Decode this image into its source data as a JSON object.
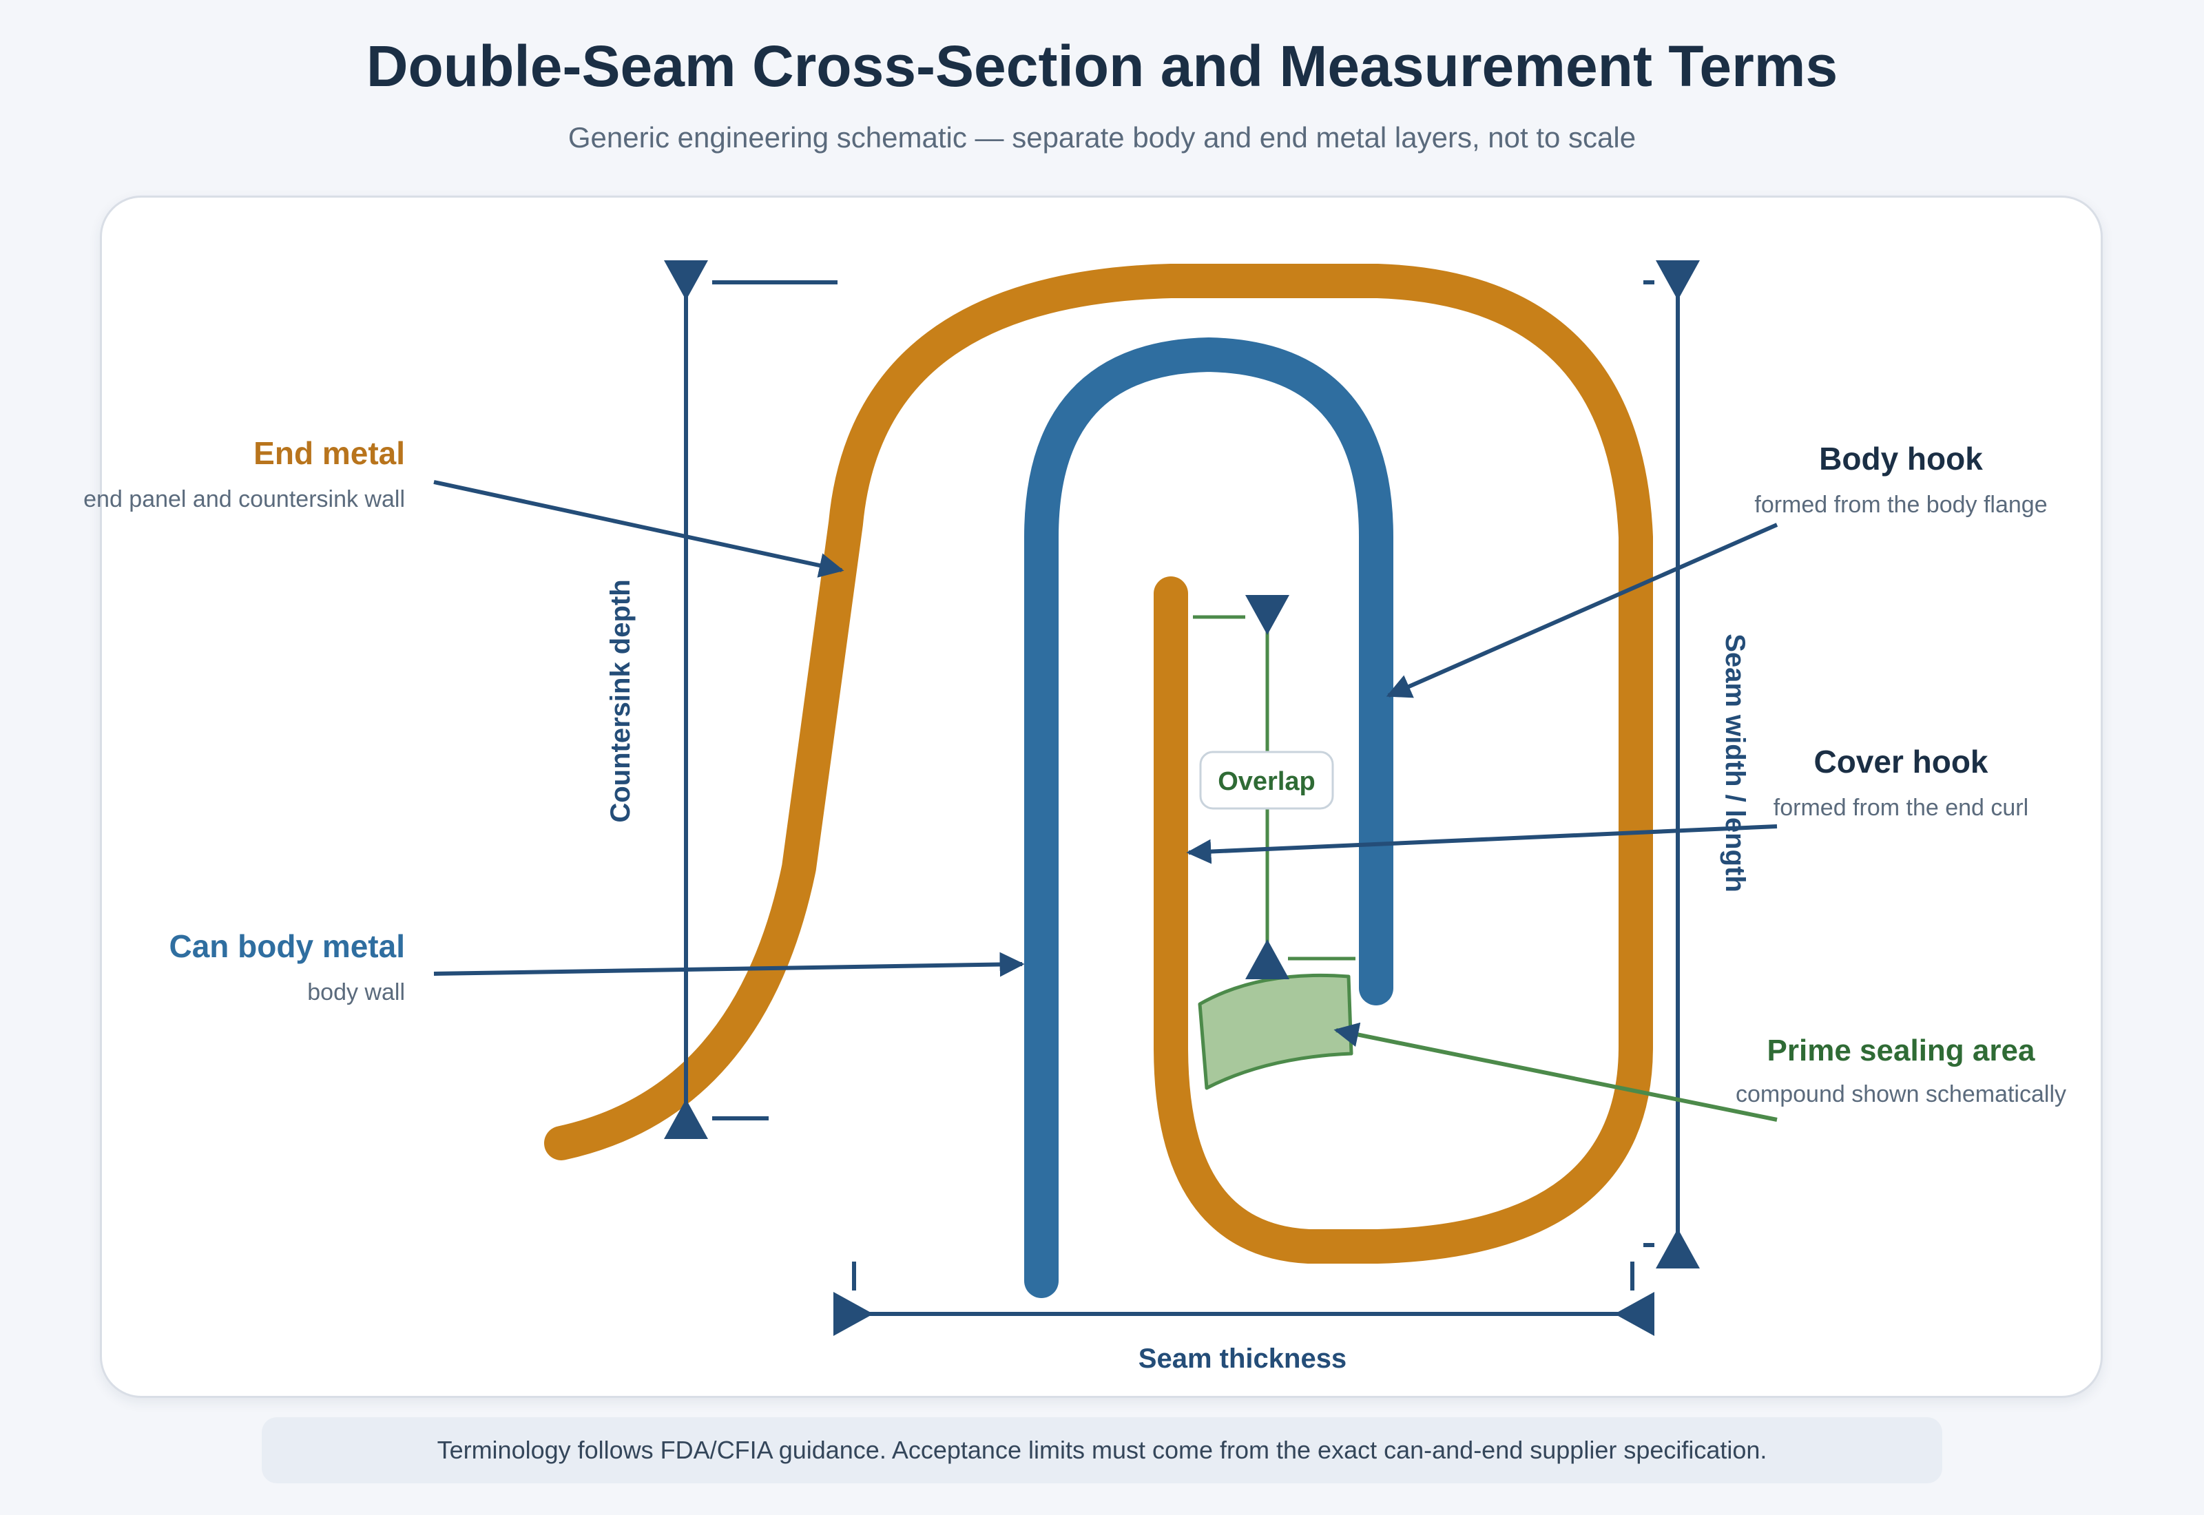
{
  "title": "Double-Seam Cross-Section and Measurement Terms",
  "subtitle": "Generic engineering schematic — separate body and end metal layers, not to scale",
  "colors": {
    "end_metal": "#c88019",
    "body_metal": "#2f6ea0",
    "dimension": "#244d78",
    "sealing": "#4c8a4a",
    "sealing_fill": "#a8c89c",
    "dark_text": "#1b2f45",
    "muted_text": "#5a6a7c"
  },
  "labels": {
    "end_metal": {
      "title": "End metal",
      "desc": "end panel and countersink wall"
    },
    "can_body_metal": {
      "title": "Can body metal",
      "desc": "body wall"
    },
    "body_hook": {
      "title": "Body hook",
      "desc": "formed from the body flange"
    },
    "cover_hook": {
      "title": "Cover hook",
      "desc": "formed from the end curl"
    },
    "prime_sealing_area": {
      "title": "Prime sealing area",
      "desc": "compound shown schematically"
    }
  },
  "dimensions": {
    "countersink_depth": "Countersink depth",
    "seam_width": "Seam width / length",
    "overlap": "Overlap",
    "seam_thickness": "Seam thickness"
  },
  "footnote": "Terminology follows FDA/CFIA guidance. Acceptance limits must come from the exact can-and-end supplier specification."
}
